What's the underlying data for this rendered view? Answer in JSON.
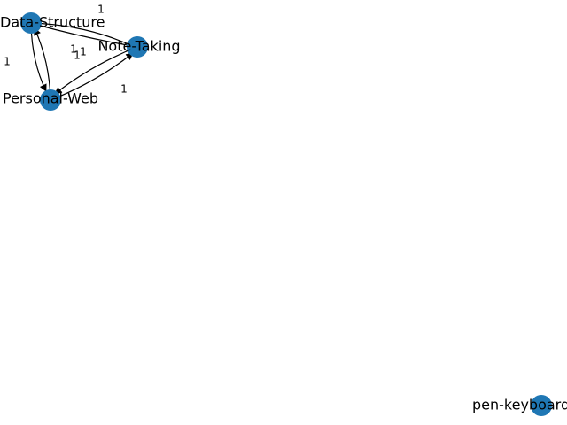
{
  "colors": {
    "node_fill": "#1f77b4",
    "edge": "#000000",
    "label": "#000000",
    "background": "#ffffff"
  },
  "graph": {
    "directed": true,
    "nodes": [
      {
        "id": "data-structure",
        "label": "Data-Structure"
      },
      {
        "id": "note-taking",
        "label": "Note-Taking"
      },
      {
        "id": "personal-web",
        "label": "Personal-Web"
      },
      {
        "id": "pen-keyboard",
        "label": "pen-keyboard"
      }
    ],
    "edges": [
      {
        "from": "data-structure",
        "to": "note-taking",
        "label": "1"
      },
      {
        "from": "note-taking",
        "to": "data-structure",
        "label": "1"
      },
      {
        "from": "data-structure",
        "to": "personal-web",
        "label": "1"
      },
      {
        "from": "personal-web",
        "to": "data-structure",
        "label": "1"
      },
      {
        "from": "note-taking",
        "to": "personal-web",
        "label": "1"
      },
      {
        "from": "personal-web",
        "to": "note-taking",
        "label": "1"
      }
    ]
  }
}
